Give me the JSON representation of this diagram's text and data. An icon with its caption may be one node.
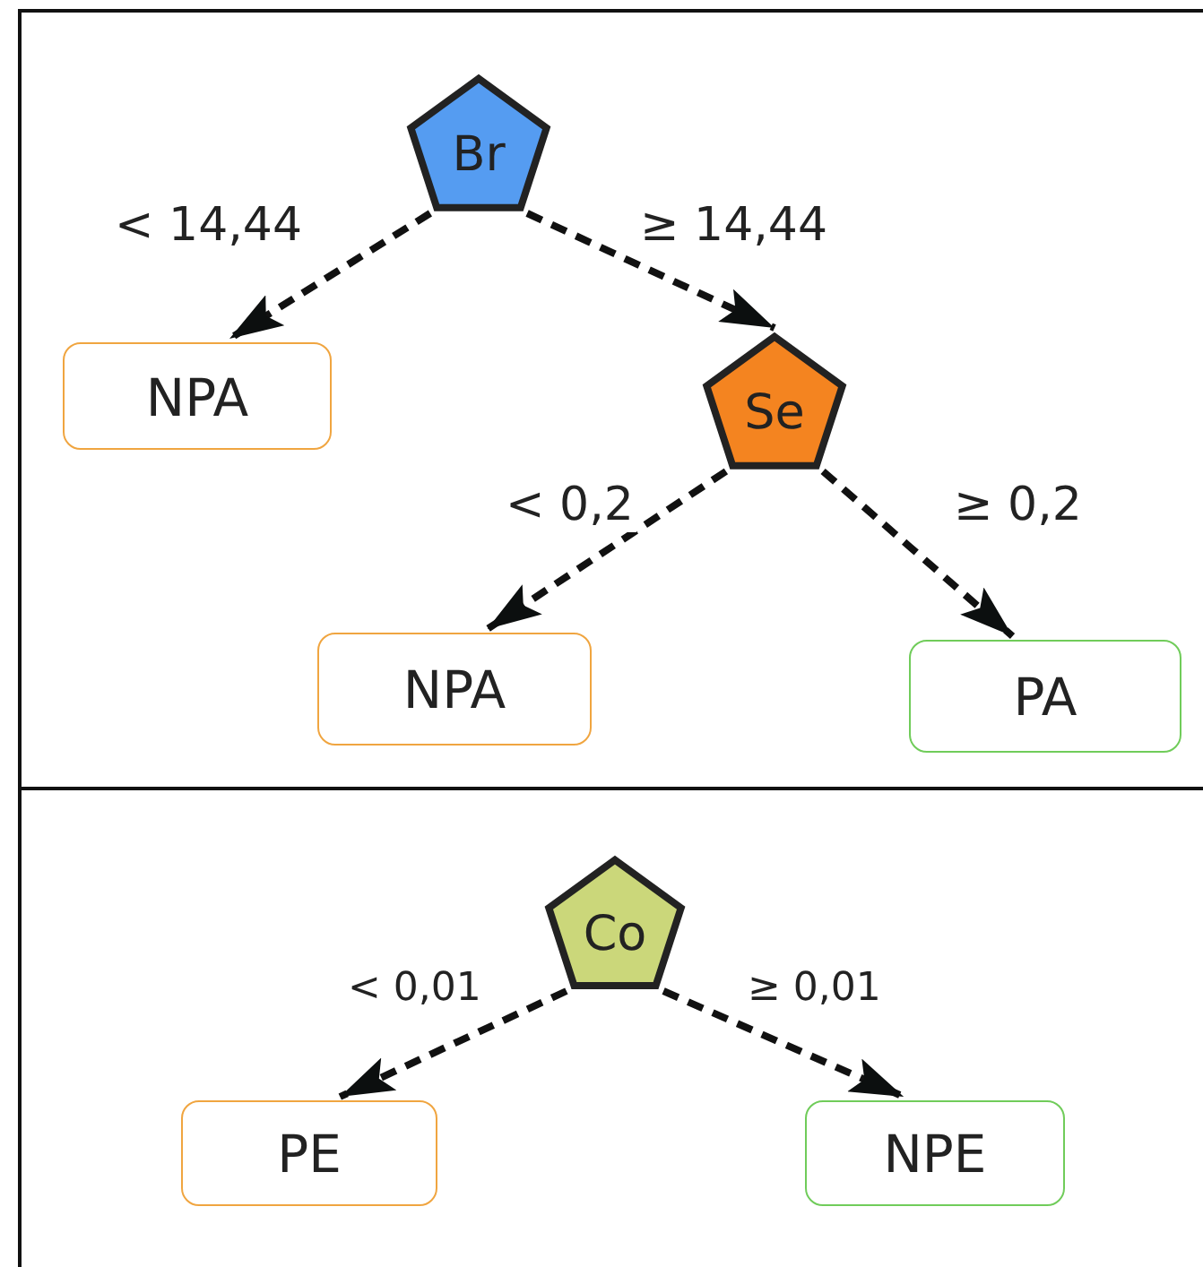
{
  "diagram": {
    "nodes": [
      {
        "text": [
          "Br"
        ]
      },
      {
        "text": [
          "NPA"
        ]
      },
      {
        "text": [
          "Se"
        ]
      },
      {
        "text": [
          "NPA"
        ]
      },
      {
        "text": [
          "PA"
        ]
      },
      {
        "text": [
          "Co"
        ]
      },
      {
        "text": [
          "PE"
        ]
      },
      {
        "text": [
          "NPE"
        ]
      }
    ],
    "edges": [
      {
        "from": 0,
        "to": 1,
        "arrow": "to",
        "label": "< 14,44",
        "style": "dashed"
      },
      {
        "from": 0,
        "to": 2,
        "arrow": "to",
        "label": "≥ 14,44",
        "style": "dashed"
      },
      {
        "from": 2,
        "to": 3,
        "arrow": "to",
        "label": "< 0,2",
        "style": "dashed"
      },
      {
        "from": 2,
        "to": 4,
        "arrow": "to",
        "label": "≥ 0,2",
        "style": "dashed"
      },
      {
        "from": 5,
        "to": 6,
        "arrow": "to",
        "label": "< 0,01",
        "style": "dashed"
      },
      {
        "from": 5,
        "to": 7,
        "arrow": "to",
        "label": "≥ 0,01",
        "style": "dashed"
      }
    ]
  }
}
